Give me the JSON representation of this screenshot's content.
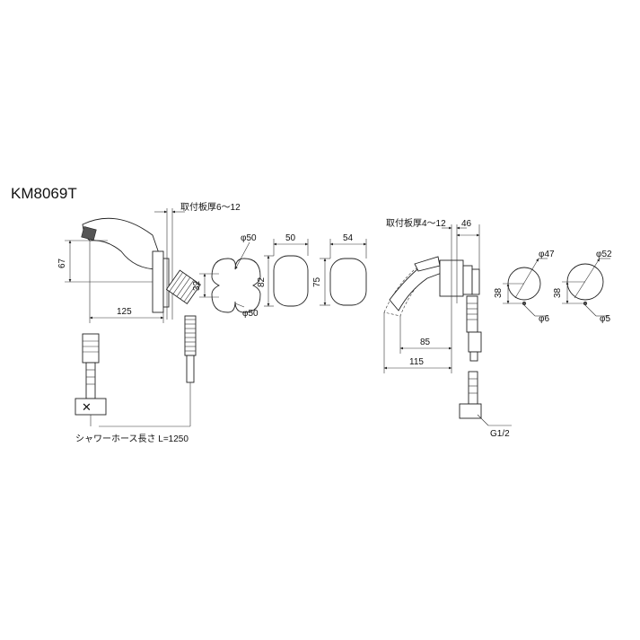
{
  "model": "KM8069T",
  "labels": {
    "thickness_left": "取付板厚6～12",
    "thickness_right": "取付板厚4～12",
    "hose_length": "シャワーホース長さ L=1250",
    "thread": "G1/2"
  },
  "dims": {
    "d67": "67",
    "d125": "125",
    "d32": "32",
    "phi50_top": "φ50",
    "phi50_bottom": "φ50",
    "d50": "50",
    "d82": "82",
    "d54": "54",
    "d75": "75",
    "d46": "46",
    "d85": "85",
    "d115": "115",
    "phi47": "φ47",
    "phi52": "φ52",
    "d38_a": "38",
    "d38_b": "38",
    "phi6": "φ6",
    "phi5": "φ5"
  }
}
